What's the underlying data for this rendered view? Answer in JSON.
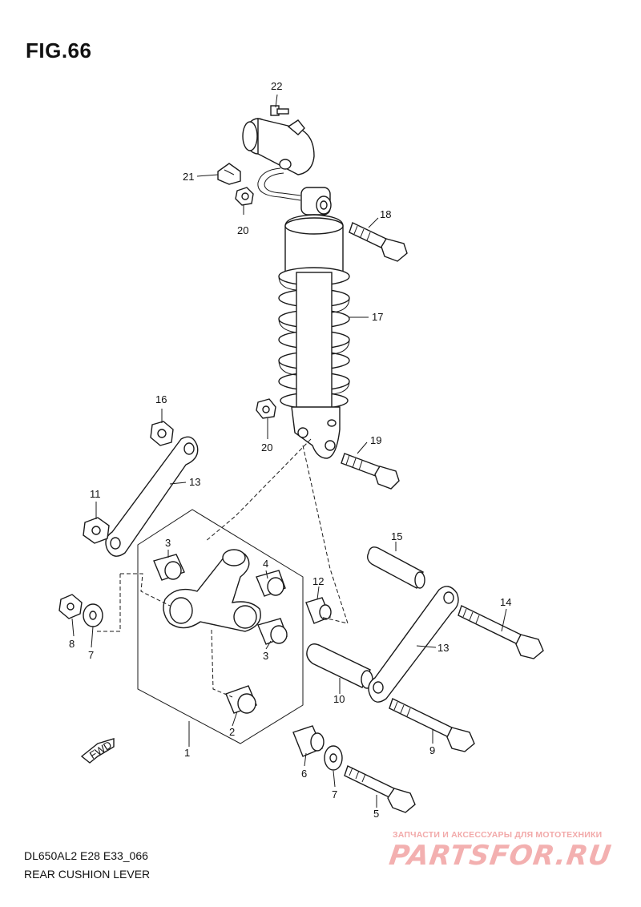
{
  "figure": {
    "title": "FIG.66",
    "model_code": "DL650AL2 E28 E33_066",
    "section_title": "REAR CUSHION LEVER"
  },
  "watermark": {
    "tagline": "ЗАПЧАСТИ И АКСЕССУАРЫ ДЛЯ МОТОТЕХНИКИ",
    "brand": "PARTSFOR.RU"
  },
  "callouts": [
    {
      "id": "c22",
      "label": "22"
    },
    {
      "id": "c21",
      "label": "21"
    },
    {
      "id": "c20a",
      "label": "20"
    },
    {
      "id": "c18",
      "label": "18"
    },
    {
      "id": "c17",
      "label": "17"
    },
    {
      "id": "c16",
      "label": "16"
    },
    {
      "id": "c20b",
      "label": "20"
    },
    {
      "id": "c19",
      "label": "19"
    },
    {
      "id": "c13a",
      "label": "13"
    },
    {
      "id": "c11",
      "label": "11"
    },
    {
      "id": "c3a",
      "label": "3"
    },
    {
      "id": "c4",
      "label": "4"
    },
    {
      "id": "c15",
      "label": "15"
    },
    {
      "id": "c12",
      "label": "12"
    },
    {
      "id": "c14",
      "label": "14"
    },
    {
      "id": "c8",
      "label": "8"
    },
    {
      "id": "c7a",
      "label": "7"
    },
    {
      "id": "c3b",
      "label": "3"
    },
    {
      "id": "c13b",
      "label": "13"
    },
    {
      "id": "c10",
      "label": "10"
    },
    {
      "id": "c2",
      "label": "2"
    },
    {
      "id": "c9",
      "label": "9"
    },
    {
      "id": "c1",
      "label": "1"
    },
    {
      "id": "c6",
      "label": "6"
    },
    {
      "id": "c7b",
      "label": "7"
    },
    {
      "id": "c5",
      "label": "5"
    }
  ],
  "fwd_marker": {
    "label": "FWD",
    "icon": "fwd-arrow-icon"
  }
}
